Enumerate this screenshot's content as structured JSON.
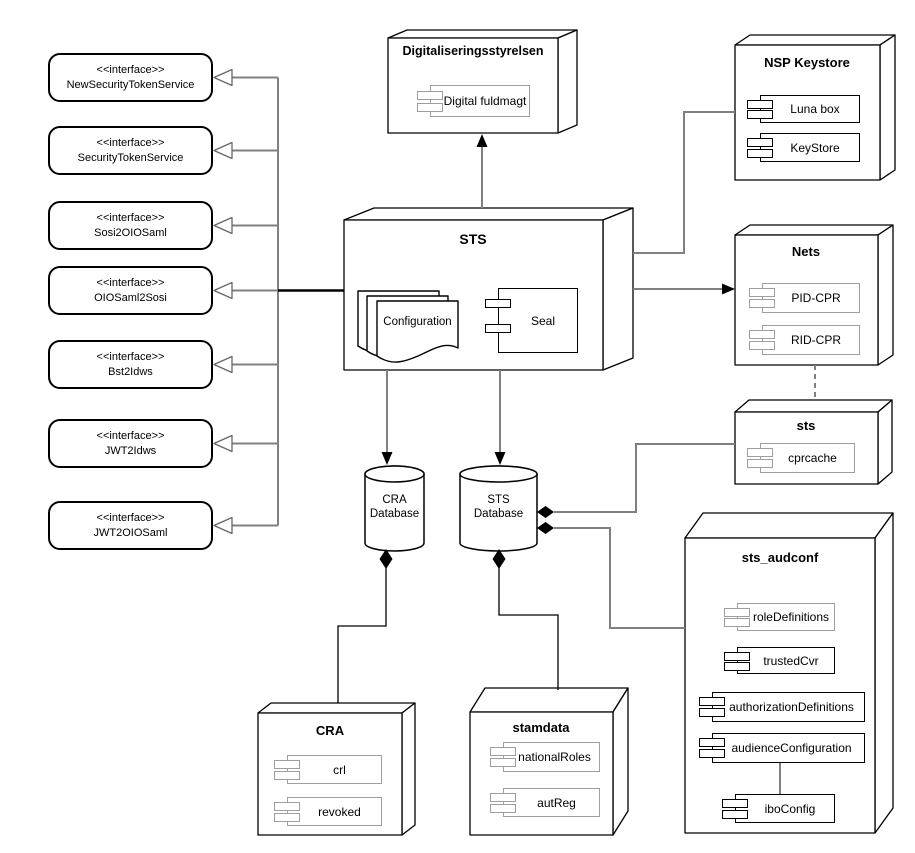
{
  "colors": {
    "connector_gray": "#808080",
    "line_black": "#000000",
    "component_gray_border": "#9e9e9e",
    "background": "#ffffff"
  },
  "interfaces": [
    {
      "stereotype": "<<interface>>",
      "name": "NewSecurityTokenService"
    },
    {
      "stereotype": "<<interface>>",
      "name": "SecurityTokenService"
    },
    {
      "stereotype": "<<interface>>",
      "name": "Sosi2OIOSaml"
    },
    {
      "stereotype": "<<interface>>",
      "name": "OIOSaml2Sosi"
    },
    {
      "stereotype": "<<interface>>",
      "name": "Bst2Idws"
    },
    {
      "stereotype": "<<interface>>",
      "name": "JWT2Idws"
    },
    {
      "stereotype": "<<interface>>",
      "name": "JWT2OIOSaml"
    }
  ],
  "nodes": {
    "digitaliseringsstyrelsen": {
      "title": "Digitaliseringsstyrelsen",
      "components": [
        "Digital fuldmagt"
      ]
    },
    "nsp_keystore": {
      "title": "NSP Keystore",
      "components": [
        "Luna box",
        "KeyStore"
      ]
    },
    "sts": {
      "title": "STS",
      "artifact": "Configuration",
      "components": [
        "Seal"
      ]
    },
    "nets": {
      "title": "Nets",
      "components": [
        "PID-CPR",
        "RID-CPR"
      ]
    },
    "sts_cache": {
      "title": "sts",
      "components": [
        "cprcache"
      ]
    },
    "sts_audconf": {
      "title": "sts_audconf",
      "components": [
        "roleDefinitions",
        "trustedCvr",
        "authorizationDefinitions",
        "audienceConfiguration",
        "iboConfig"
      ]
    },
    "cra": {
      "title": "CRA",
      "components": [
        "crl",
        "revoked"
      ]
    },
    "stamdata": {
      "title": "stamdata",
      "components": [
        "nationalRoles",
        "autReg"
      ]
    }
  },
  "databases": [
    {
      "line1": "CRA",
      "line2": "Database"
    },
    {
      "line1": "STS",
      "line2": "Database"
    }
  ]
}
